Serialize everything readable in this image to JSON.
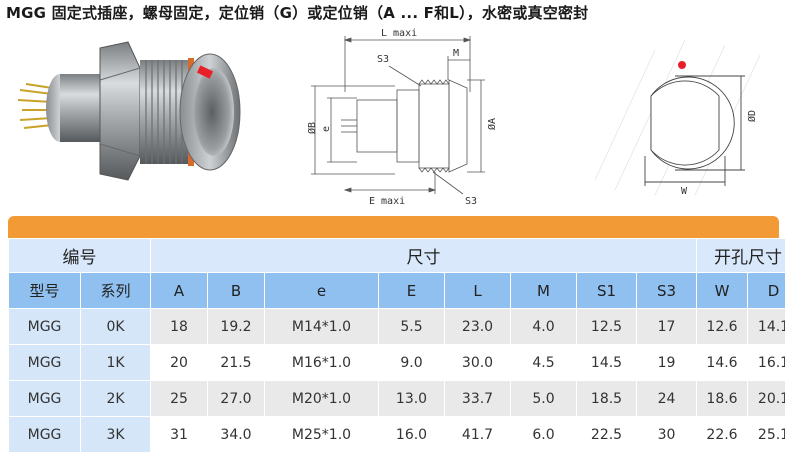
{
  "title": "MGG 固定式插座，螺母固定，定位销（G）或定位销（A ... F和L），水密或真空密封",
  "drawing_labels": {
    "L": "L maxi",
    "M": "M",
    "S3_top": "S3",
    "B": "ØB",
    "e": "e",
    "A": "ØA",
    "E": "E maxi",
    "S3_bottom": "S3"
  },
  "cutout_labels": {
    "D": "ØD",
    "W": "W"
  },
  "table": {
    "group_headers": {
      "code": "编号",
      "size": "尺寸",
      "hole": "开孔尺寸"
    },
    "columns": [
      "型号",
      "系列",
      "A",
      "B",
      "e",
      "E",
      "L",
      "M",
      "S1",
      "S3",
      "W",
      "D"
    ],
    "rows": [
      [
        "MGG",
        "0K",
        "18",
        "19.2",
        "M14*1.0",
        "5.5",
        "23.0",
        "4.0",
        "12.5",
        "17",
        "12.6",
        "14.1"
      ],
      [
        "MGG",
        "1K",
        "20",
        "21.5",
        "M16*1.0",
        "9.0",
        "30.0",
        "4.5",
        "14.5",
        "19",
        "14.6",
        "16.1"
      ],
      [
        "MGG",
        "2K",
        "25",
        "27.0",
        "M20*1.0",
        "13.0",
        "33.7",
        "5.0",
        "18.5",
        "24",
        "18.6",
        "20.1"
      ],
      [
        "MGG",
        "3K",
        "31",
        "34.0",
        "M25*1.0",
        "16.0",
        "41.7",
        "6.0",
        "22.5",
        "30",
        "22.6",
        "25.1"
      ]
    ]
  },
  "colors": {
    "orange_bar": "#f29a35",
    "header_light": "#d9e9fb",
    "header_blue": "#8fc0f0",
    "row_grey": "#e9e9e9",
    "marker_red": "#e8202a"
  }
}
